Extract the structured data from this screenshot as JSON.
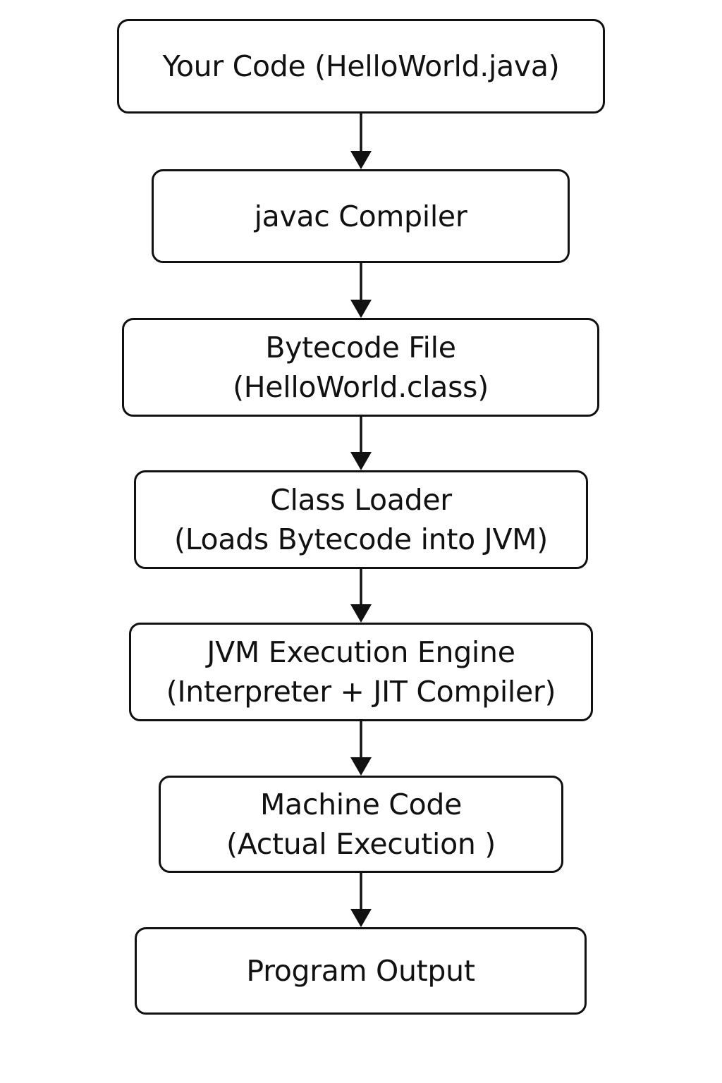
{
  "diagram": {
    "nodes": [
      {
        "id": "source-code",
        "lines": [
          "Your Code (HelloWorld.java)"
        ]
      },
      {
        "id": "javac-compiler",
        "lines": [
          "javac Compiler"
        ]
      },
      {
        "id": "bytecode-file",
        "lines": [
          "Bytecode File",
          "(HelloWorld.class)"
        ]
      },
      {
        "id": "class-loader",
        "lines": [
          "Class Loader",
          "(Loads Bytecode into JVM)"
        ]
      },
      {
        "id": "jvm-execution-engine",
        "lines": [
          "JVM Execution Engine",
          "(Interpreter + JIT Compiler)"
        ]
      },
      {
        "id": "machine-code",
        "lines": [
          "Machine Code",
          "(Actual Execution )"
        ]
      },
      {
        "id": "program-output",
        "lines": [
          "Program Output"
        ]
      }
    ],
    "edges": [
      {
        "from": "source-code",
        "to": "javac-compiler"
      },
      {
        "from": "javac-compiler",
        "to": "bytecode-file"
      },
      {
        "from": "bytecode-file",
        "to": "class-loader"
      },
      {
        "from": "class-loader",
        "to": "jvm-execution-engine"
      },
      {
        "from": "jvm-execution-engine",
        "to": "machine-code"
      },
      {
        "from": "machine-code",
        "to": "program-output"
      }
    ],
    "colors": {
      "stroke": "#111111",
      "text": "#111111",
      "background": "#ffffff"
    }
  }
}
